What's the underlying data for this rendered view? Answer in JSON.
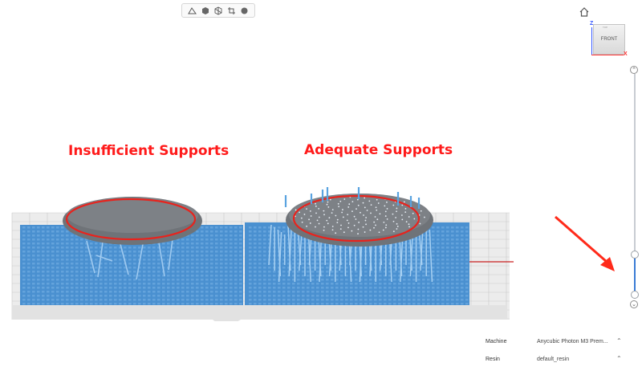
{
  "toolbar": {
    "buttons": [
      {
        "icon": "perspective-icon"
      },
      {
        "icon": "cube-view-icon"
      },
      {
        "icon": "wireframe-icon"
      },
      {
        "icon": "crop-icon"
      },
      {
        "icon": "sphere-icon"
      }
    ]
  },
  "annotations": {
    "left": "Insufficient Supports",
    "right": "Adequate Supports",
    "color": "#ff1a1a"
  },
  "view_cube": {
    "face_label": "FRONT",
    "top_label": "TOP",
    "axis_z": "Z",
    "axis_x": "X"
  },
  "slider": {
    "level_fraction": 0.18
  },
  "settings": {
    "machine_label": "Machine",
    "machine_value": "Anycubic Photon M3 Prem...",
    "resin_label": "Resin",
    "resin_value": "default_resin"
  },
  "colors": {
    "plate": "#4a90d0",
    "model": "#6f7378",
    "grid": "#c9c9c9",
    "highlight": "#e8231d",
    "arrow": "#ff2a1a"
  }
}
